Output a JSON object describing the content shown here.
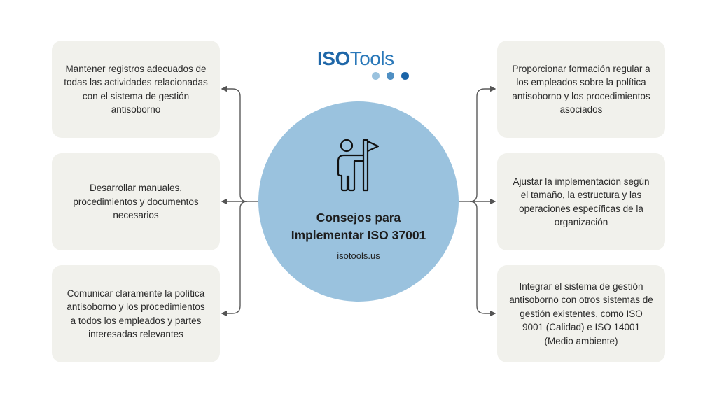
{
  "logo": {
    "text_bold": "ISO",
    "text_light": "Tools",
    "dots": [
      "#9ac2de",
      "#4f8fc3",
      "#1a64a8"
    ]
  },
  "center": {
    "icon": "person-with-flag-icon",
    "title_line1": "Consejos para",
    "title_line2": "Implementar ISO 37001",
    "website": "isotools.us",
    "color": "#9ac2de"
  },
  "left_tips": [
    "Mantener registros adecuados de todas las actividades relacionadas con el sistema de gestión antisoborno",
    "Desarrollar manuales, procedimientos y documentos necesarios",
    "Comunicar claramente la política antisoborno y los procedimientos a todos los empleados y partes interesadas relevantes"
  ],
  "right_tips": [
    "Proporcionar formación regular a los empleados sobre la política antisoborno y los procedimientos asociados",
    "Ajustar la implementación según el tamaño, la estructura y las operaciones específicas de la organización",
    "Integrar el sistema de gestión antisoborno con otros sistemas de gestión existentes, como ISO 9001 (Calidad) e ISO 14001 (Medio ambiente)"
  ]
}
